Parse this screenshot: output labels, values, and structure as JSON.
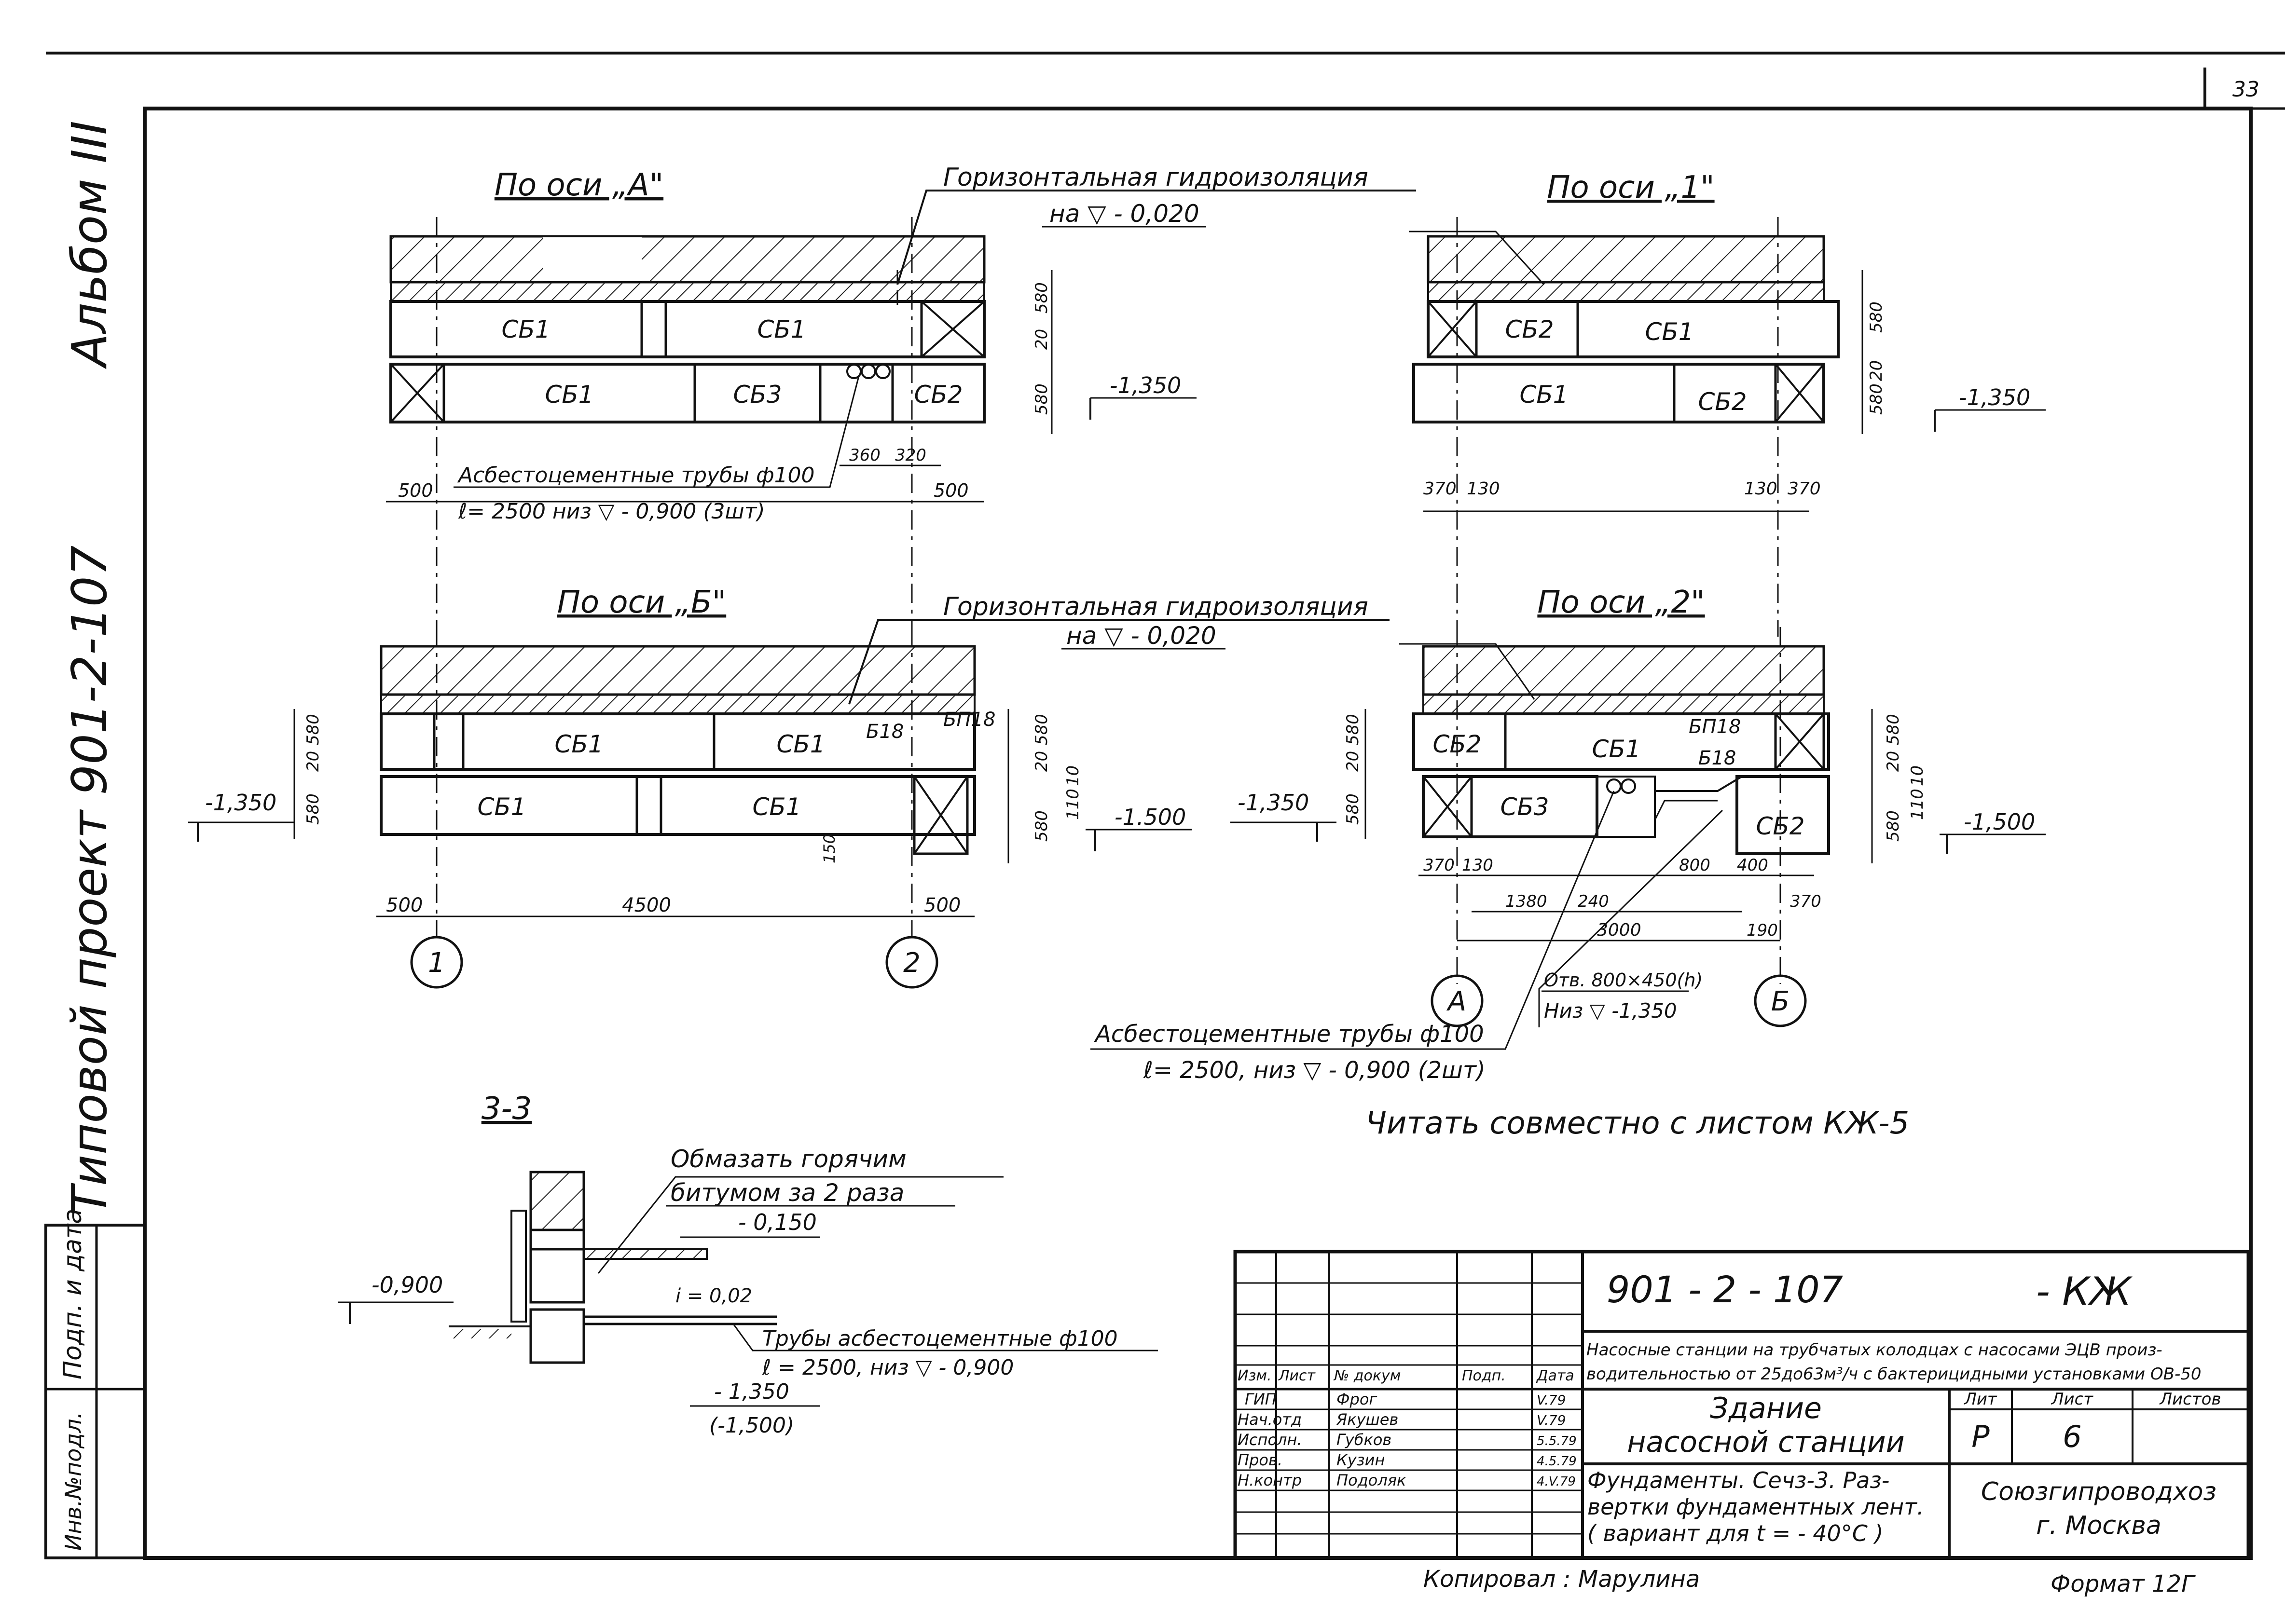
{
  "sheet": {
    "page_number": "33",
    "side_album": "Альбом III",
    "side_project": "Типовой проект 901-2-107",
    "side_podp": "Подп. и дата",
    "side_inv": "Инв.№подл.",
    "copied": "Копировал : Марулина",
    "format": "Формат 12Г",
    "note": "Читать совместно с листом КЖ-5"
  },
  "views": {
    "axis_a": {
      "title": "По оси „А\"",
      "hydro": "Горизонтальная гидроизоляция",
      "hydro_level": "на ▽ - 0,020",
      "blocks": [
        "СБ1",
        "СБ1",
        "СБ1",
        "СБ3",
        "СБ2"
      ],
      "level": "-1,350",
      "dims": [
        "500",
        "360",
        "320",
        "500",
        "580",
        "20",
        "580"
      ],
      "pipes_1": "Асбестоцементные трубы ф100",
      "pipes_2": "ℓ= 2500 низ ▽ - 0,900 (3шт)"
    },
    "axis_1": {
      "title": "По оси „1\"",
      "blocks": [
        "СБ2",
        "СБ1",
        "СБ1",
        "СБ2"
      ],
      "level": "-1,350",
      "dims": [
        "370",
        "130",
        "130",
        "370",
        "580",
        "20",
        "580"
      ]
    },
    "axis_b": {
      "title": "По оси „Б\"",
      "hydro": "Горизонтальная гидроизоляция",
      "hydro_level": "на ▽ - 0,020",
      "blocks": [
        "СБ1",
        "СБ1",
        "СБ1",
        "СБ1"
      ],
      "labels": [
        "Б18",
        "БП18"
      ],
      "levels": [
        "-1,350",
        "-1.500"
      ],
      "dims": [
        "500",
        "4500",
        "500",
        "150",
        "580",
        "20",
        "580",
        "10",
        "110"
      ],
      "axes": [
        "1",
        "2"
      ]
    },
    "axis_2": {
      "title": "По оси „2\"",
      "blocks": [
        "СБ2",
        "СБ1",
        "СБ3",
        "СБ2"
      ],
      "labels": [
        "БП18",
        "Б18"
      ],
      "levels": [
        "-1,350",
        "-1,500"
      ],
      "dims": [
        "370",
        "130",
        "1380",
        "240",
        "3000",
        "800",
        "400",
        "190",
        "370",
        "580",
        "20",
        "580",
        "10",
        "110"
      ],
      "axes": [
        "А",
        "Б"
      ],
      "opening_1": "Отв. 800×450(h)",
      "opening_2": "Низ ▽ -1,350",
      "pipes_1": "Асбестоцементные трубы ф100",
      "pipes_2": "ℓ= 2500, низ ▽ - 0,900 (2шт)"
    },
    "section_33": {
      "title": "3-3",
      "note_1": "Обмазать горячим",
      "note_2": "битумом за 2 раза",
      "level_top": "- 0,150",
      "slope": "i = 0,02",
      "level_left": "-0,900",
      "pipes_1": "Трубы асбестоцементные ф100",
      "pipes_2": "ℓ = 2500, низ ▽ - 0,900",
      "level_bottom": "- 1,350",
      "level_bottom_2": "(-1,500)"
    }
  },
  "title_block": {
    "code": "901 - 2 - 107",
    "mark": "- КЖ",
    "desc_1": "Насосные станции на трубчатых колодцах с насосами ЭЦВ произ-",
    "desc_2": "водительностью от 25до63м³/ч с бактерицидными установками ОВ-50",
    "building_1": "Здание",
    "building_2": "насосной станции",
    "sheet_1": "Фундаменты. Сечз-3. Раз-",
    "sheet_2": "вертки фундаментных лент.",
    "sheet_3": "( вариант для t = - 40°С )",
    "org_1": "Союзгипроводхоз",
    "org_2": "г. Москва",
    "col_headers": [
      "Изм.",
      "Лист",
      "№ докум",
      "Подп.",
      "Дата"
    ],
    "stage_headers": [
      "Лит",
      "Лист",
      "Листов"
    ],
    "stage_values": [
      "Р",
      "6",
      ""
    ],
    "roles": [
      {
        "role": "ГИП",
        "name": "Фрог",
        "date": "V.79"
      },
      {
        "role": "Нач.отд",
        "name": "Якушев",
        "date": "V.79"
      },
      {
        "role": "Исполн.",
        "name": "Губков",
        "date": "5.5.79"
      },
      {
        "role": "Пров.",
        "name": "Кузин",
        "date": "4.5.79"
      },
      {
        "role": "Н.контр",
        "name": "Подоляк",
        "date": "4.V.79"
      }
    ]
  }
}
